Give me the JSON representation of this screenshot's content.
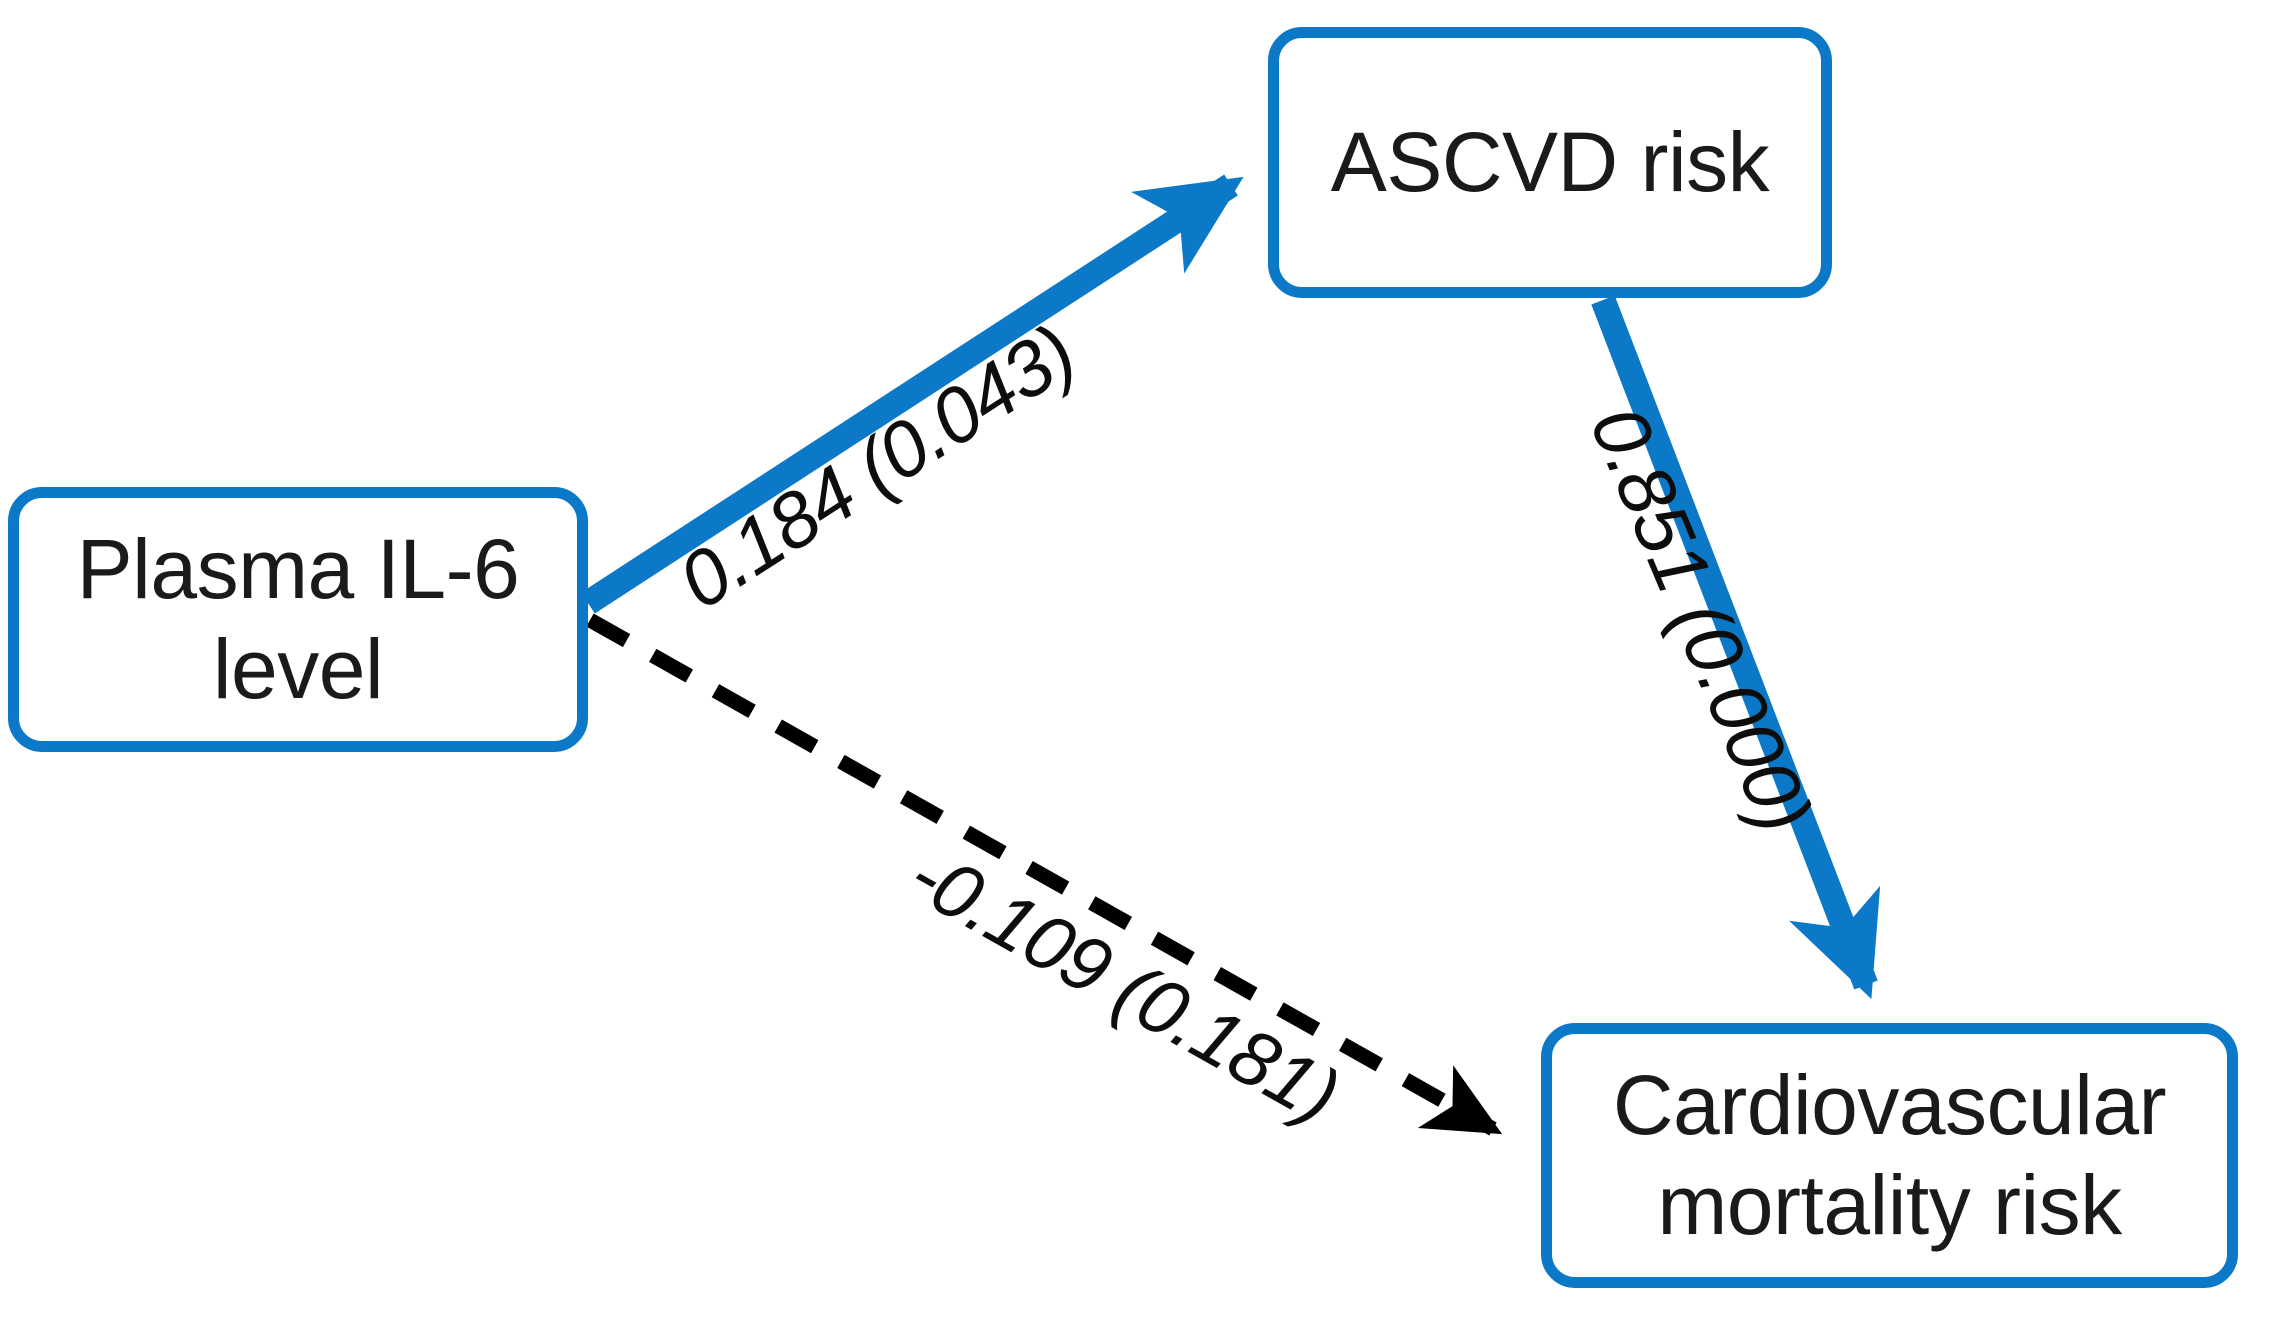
{
  "diagram": {
    "type": "path-mediation-diagram",
    "accent_color": "#0b79c8",
    "text_color": "#1a1a1a",
    "dashed_edge_color": "#000000",
    "nodes": [
      {
        "id": "il6",
        "label": "Plasma IL-6\nlevel"
      },
      {
        "id": "ascvd",
        "label": "ASCVD risk"
      },
      {
        "id": "cvd",
        "label": "Cardiovascular\nmortality risk"
      }
    ],
    "edges": [
      {
        "id": "a",
        "from": "il6",
        "to": "ascvd",
        "label": "0.184 (0.043)",
        "coefficient": "0.184",
        "p_value": "0.043",
        "style": "solid",
        "color": "#0b79c8"
      },
      {
        "id": "b",
        "from": "ascvd",
        "to": "cvd",
        "label": "0.851 (0.000)",
        "coefficient": "0.851",
        "p_value": "0.000",
        "style": "solid",
        "color": "#0b79c8"
      },
      {
        "id": "c",
        "from": "il6",
        "to": "cvd",
        "label": "-0.109 (0.181)",
        "coefficient": "-0.109",
        "p_value": "0.181",
        "style": "dashed",
        "color": "#000000"
      }
    ]
  }
}
